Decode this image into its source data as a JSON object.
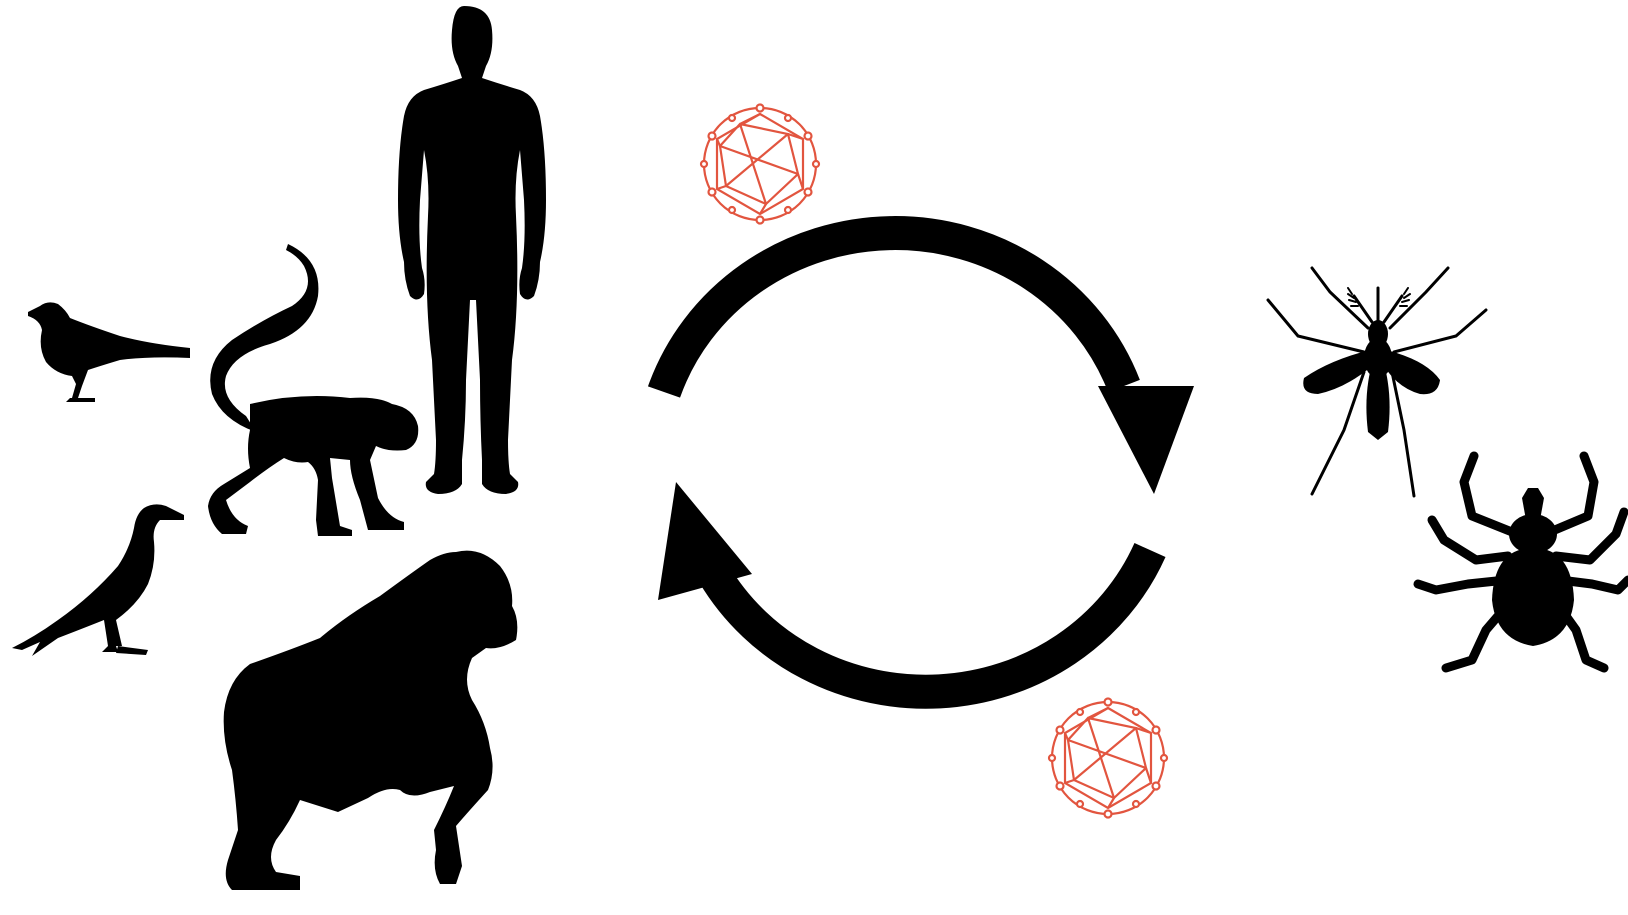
{
  "diagram": {
    "type": "transmission-cycle",
    "colors": {
      "silhouette": "#000000",
      "virus": "#e2553f",
      "background": "#ffffff"
    },
    "hosts": [
      "bird-icon",
      "crow-icon",
      "monkey-icon",
      "human-icon",
      "gorilla-icon"
    ],
    "vectors": [
      "mosquito-icon",
      "tick-icon"
    ],
    "cycle_arrows": [
      "arrow-hosts-to-vectors",
      "arrow-vectors-to-hosts"
    ],
    "virus_particles": 2
  }
}
